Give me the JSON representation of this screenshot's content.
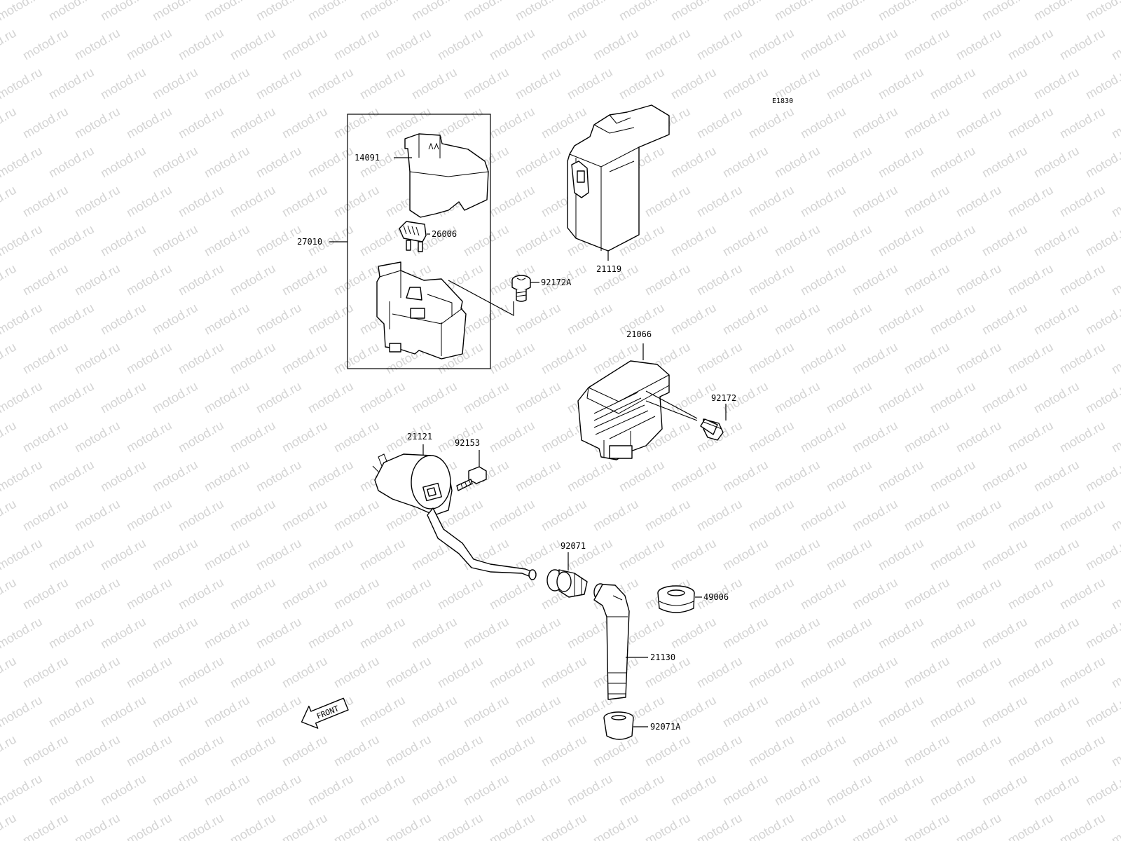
{
  "drawing_code": "E1830",
  "watermark": "motod.ru",
  "front_arrow_label": "FRONT",
  "parts": [
    {
      "number": "14091",
      "icon": "relay-cover-icon"
    },
    {
      "number": "26006",
      "icon": "blade-fuse-icon"
    },
    {
      "number": "27010",
      "icon": "starter-relay-assembly-icon"
    },
    {
      "number": "92172A",
      "icon": "screw-icon"
    },
    {
      "number": "21119",
      "icon": "cdi-unit-icon"
    },
    {
      "number": "21066",
      "icon": "regulator-rectifier-icon"
    },
    {
      "number": "92172",
      "icon": "bolt-icon"
    },
    {
      "number": "21121",
      "icon": "ignition-coil-icon"
    },
    {
      "number": "92153",
      "icon": "bolt-icon"
    },
    {
      "number": "92071",
      "icon": "grommet-icon"
    },
    {
      "number": "49006",
      "icon": "rubber-cap-icon"
    },
    {
      "number": "21130",
      "icon": "plug-cap-icon"
    },
    {
      "number": "92071A",
      "icon": "seal-icon"
    }
  ]
}
